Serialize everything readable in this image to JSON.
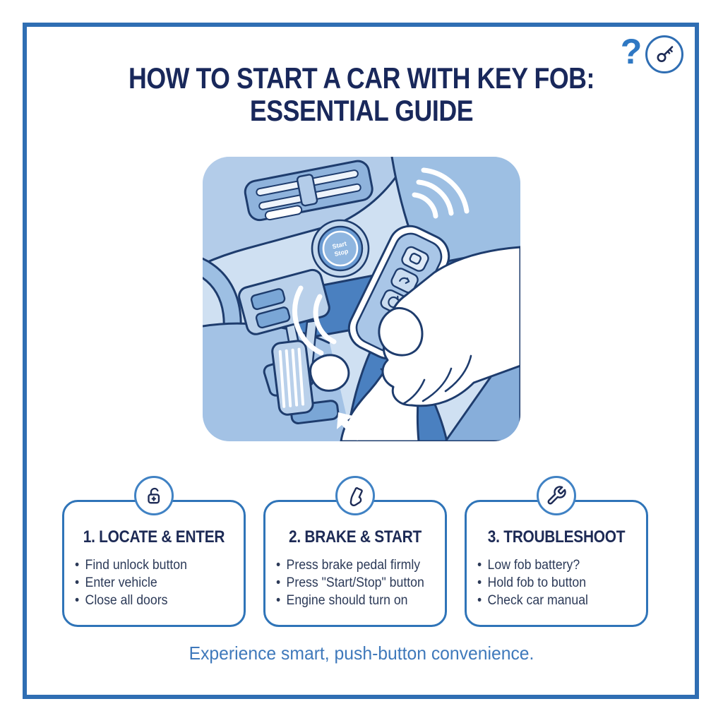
{
  "header": {
    "title_line1": "HOW TO START A CAR WITH KEY FOB:",
    "title_line2": "ESSENTIAL GUIDE",
    "help_glyph": "?"
  },
  "illustration": {
    "start_button_line1": "Start",
    "start_button_line2": "Stop"
  },
  "steps": [
    {
      "icon": "unlock-icon",
      "title": "1. LOCATE & ENTER",
      "bullets": [
        "Find unlock button",
        "Enter vehicle",
        "Close all doors"
      ]
    },
    {
      "icon": "foot-icon",
      "title": "2. BRAKE & START",
      "bullets": [
        "Press brake pedal firmly",
        "Press \"Start/Stop\" button",
        "Engine should turn on"
      ]
    },
    {
      "icon": "wrench-icon",
      "title": "3. TROUBLESHOOT",
      "bullets": [
        "Low fob battery?",
        "Hold fob to button",
        "Check car manual"
      ]
    }
  ],
  "footer": {
    "tagline": "Experience smart, push-button convenience."
  },
  "colors": {
    "border_blue": "#2f6eb3",
    "title_navy": "#19285b",
    "card_border_blue": "#2f74b8",
    "badge_border_blue": "#4082c4",
    "body_text": "#2c3a58",
    "tagline_blue": "#3f79bb",
    "help_blue": "#2f78c3",
    "illustration_bg": "#cfe0f2"
  }
}
